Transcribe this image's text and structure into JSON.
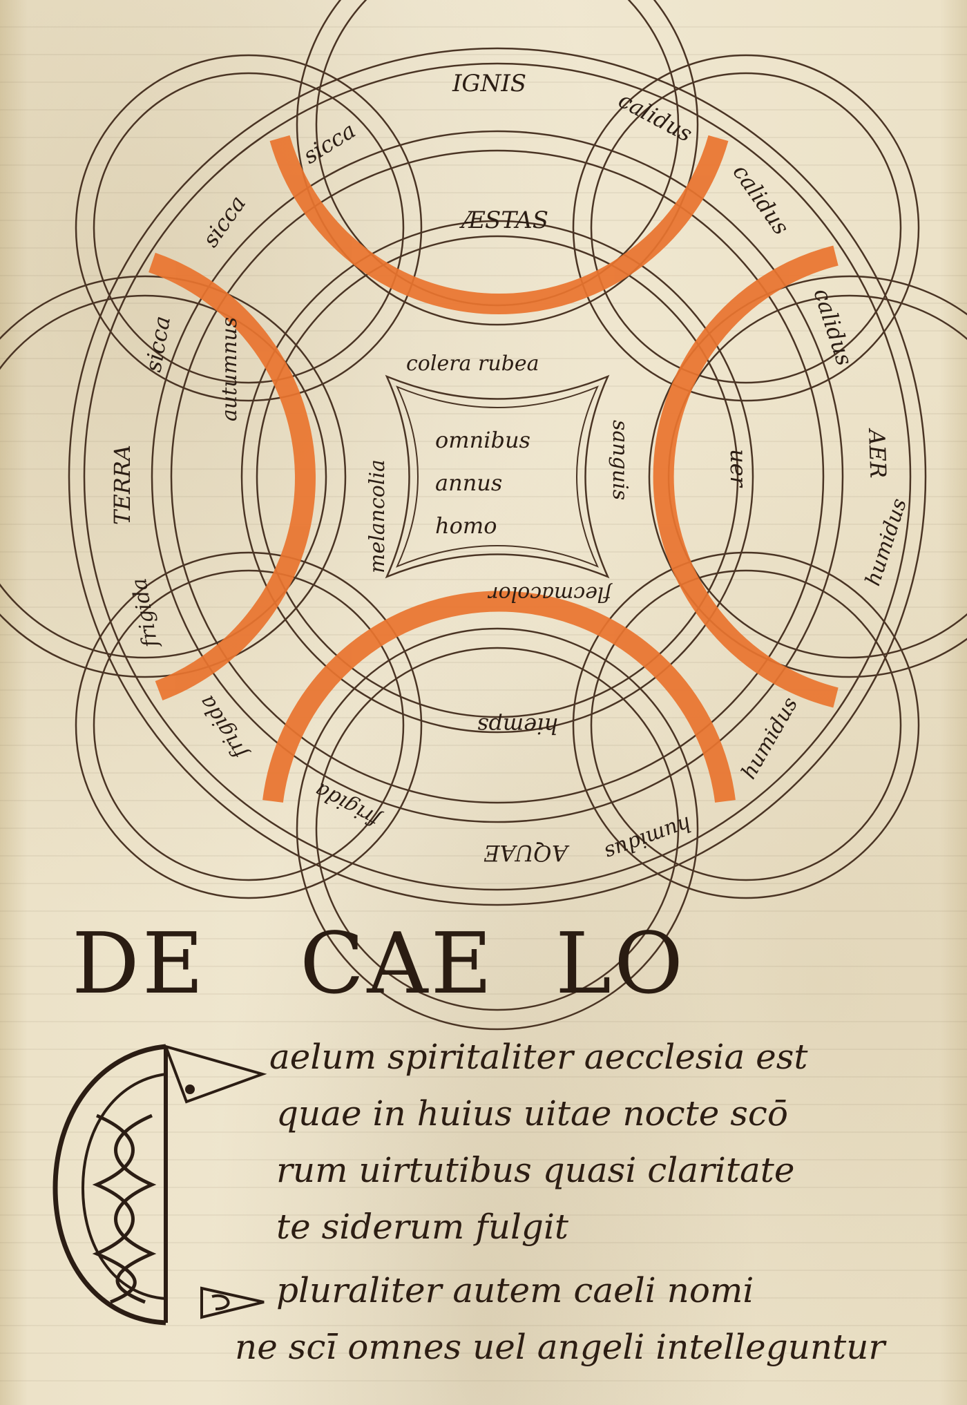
{
  "diagram": {
    "outer_labels": {
      "ignis": "IGNIS",
      "sicca_1": "sicca",
      "sicca_2": "sicca",
      "sicca_3": "sicca",
      "calidus_1": "calidus",
      "calidus_2": "calidus",
      "calidus_3": "calidus",
      "aer": "AER",
      "humidus_1": "humidus",
      "humidus_2": "humidus",
      "humidus_3": "humidus",
      "aquae": "AQUAE",
      "frigida_1": "frigida",
      "frigida_2": "frigida",
      "frigida_3": "frigida",
      "terra": "TERRA"
    },
    "season_labels": {
      "aestas": "ÆSTAS",
      "uer": "uer",
      "hiemps": "hiemps",
      "autumnus": "autumnus"
    },
    "humor_labels": {
      "top": "colera rubea",
      "right": "sanguis",
      "bottom": "flecmacolor",
      "left": "melancolia"
    },
    "center_text": [
      "omnibus",
      "annus",
      "homo"
    ]
  },
  "heading": {
    "part_1": "DE",
    "part_2": "CAE",
    "part_3": "LO"
  },
  "body_lines": [
    "aelum spiritaliter aecclesia est",
    "quae in huius uitae nocte scō",
    "rum uirtutibus quasi claritate",
    "te siderum fulgit",
    "pluraliter autem caeli nomi",
    "ne scī omnes uel angeli intelleguntur"
  ],
  "colors": {
    "ink": "#2b1d14",
    "minium": "#e9742f",
    "parchment": "#efe6cf"
  }
}
